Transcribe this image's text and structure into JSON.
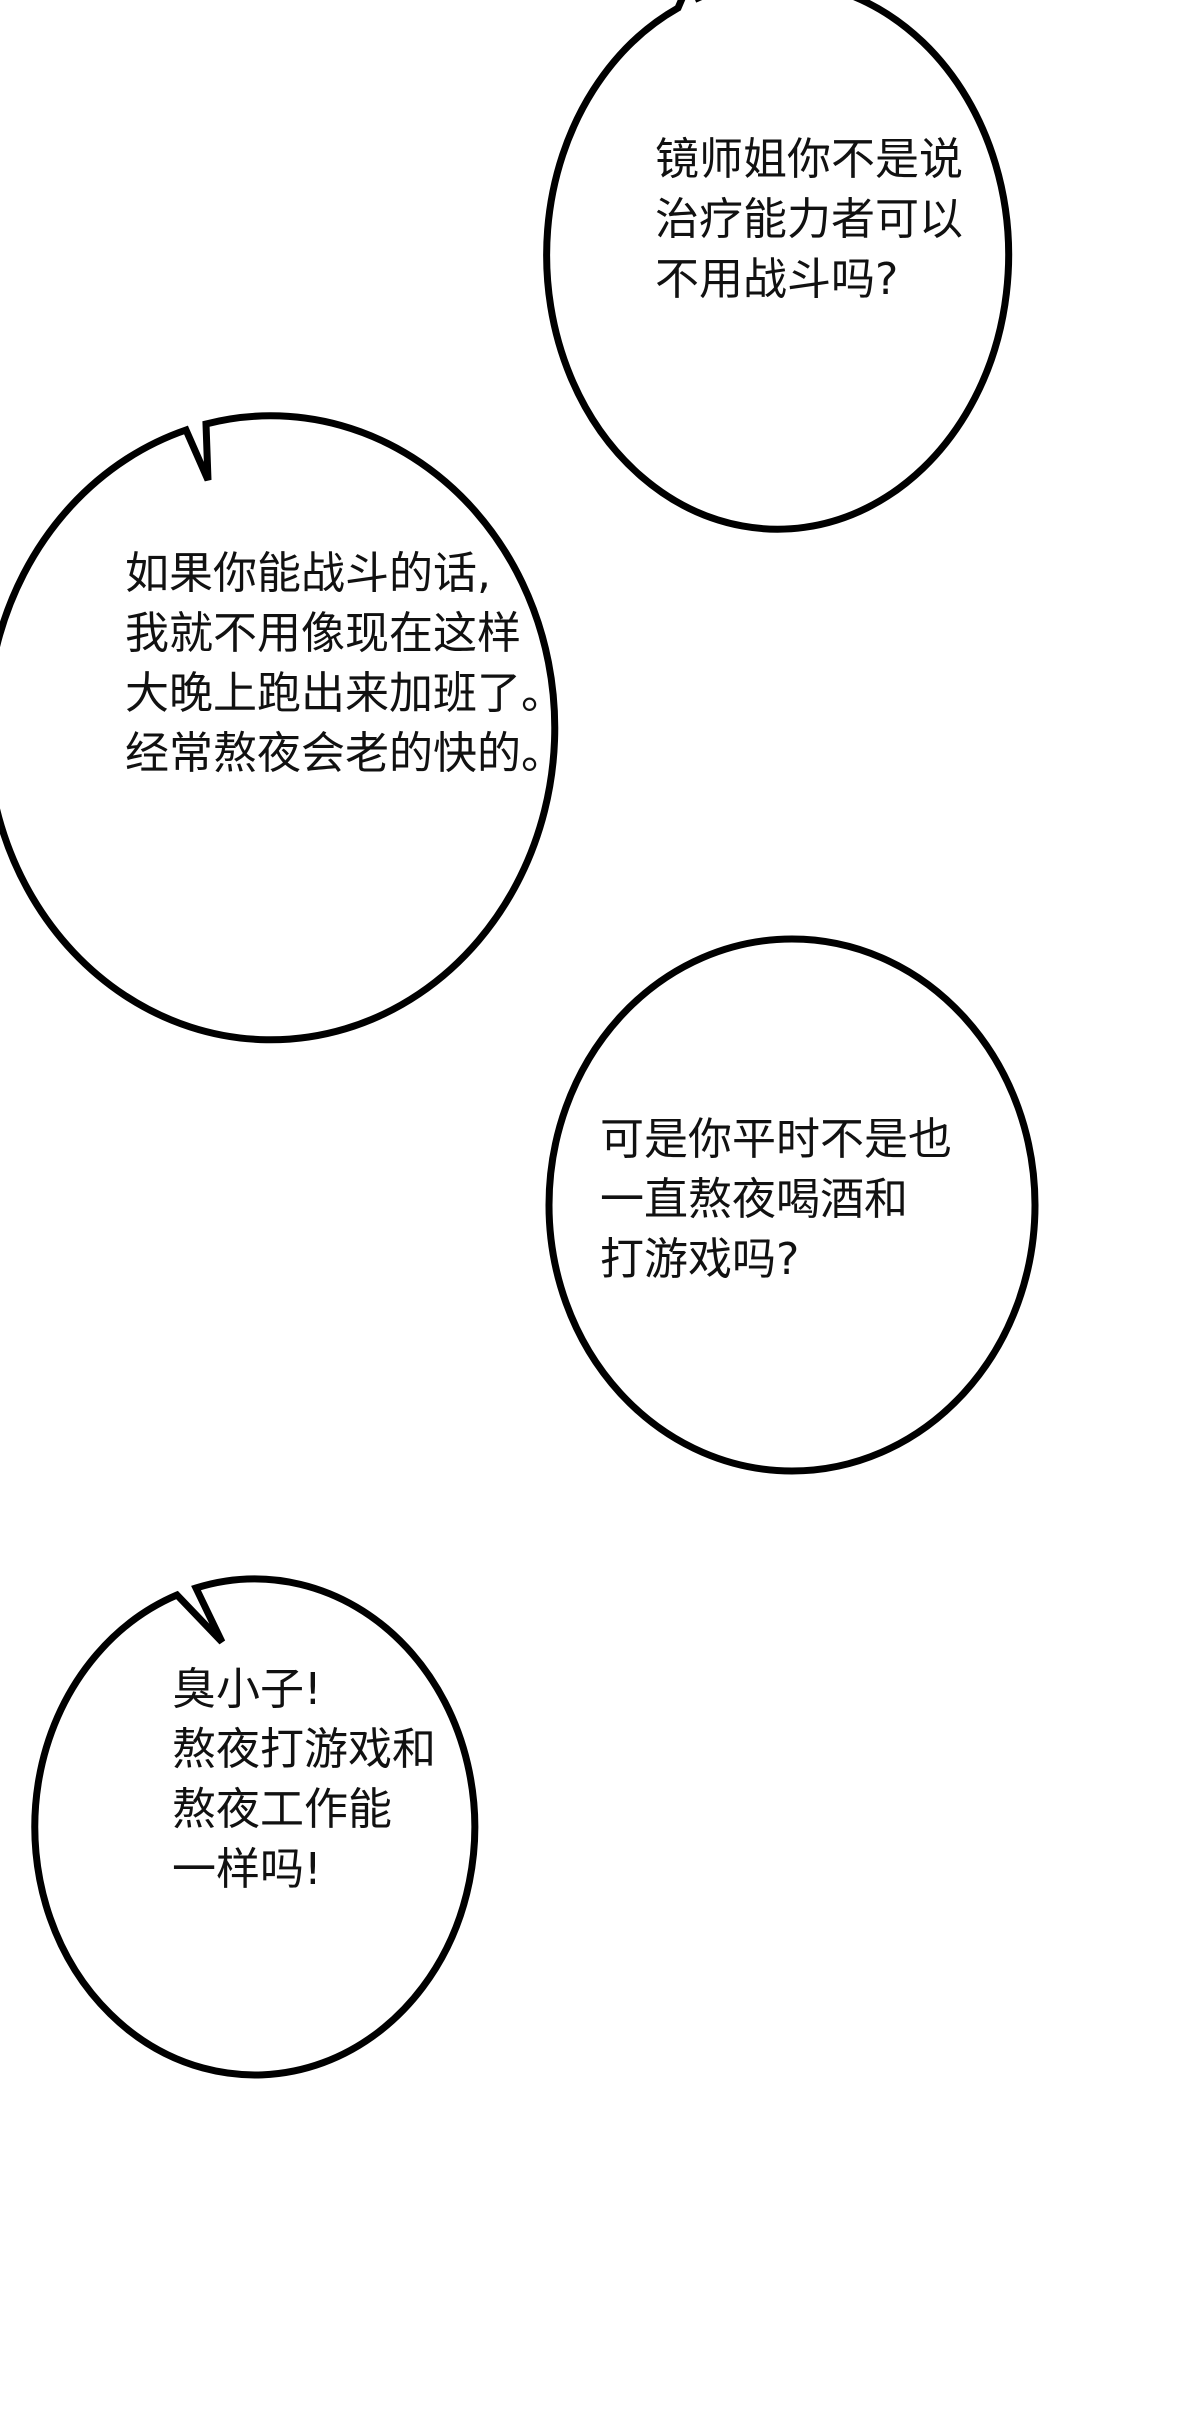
{
  "colors": {
    "background": "#ffffff",
    "outline": "#000000",
    "text": "#111111"
  },
  "bubbles": [
    {
      "lines": [
        "镜师姐你不是说",
        "治疗能力者可以",
        "不用战斗吗?"
      ]
    },
    {
      "lines": [
        "如果你能战斗的话,",
        "我就不用像现在这样",
        "大晚上跑出来加班了。",
        "经常熬夜会老的快的。"
      ]
    },
    {
      "lines": [
        "可是你平时不是也",
        "一直熬夜喝酒和",
        "打游戏吗?"
      ]
    },
    {
      "lines": [
        "臭小子!",
        "熬夜打游戏和",
        "熬夜工作能",
        "一样吗!"
      ]
    }
  ]
}
